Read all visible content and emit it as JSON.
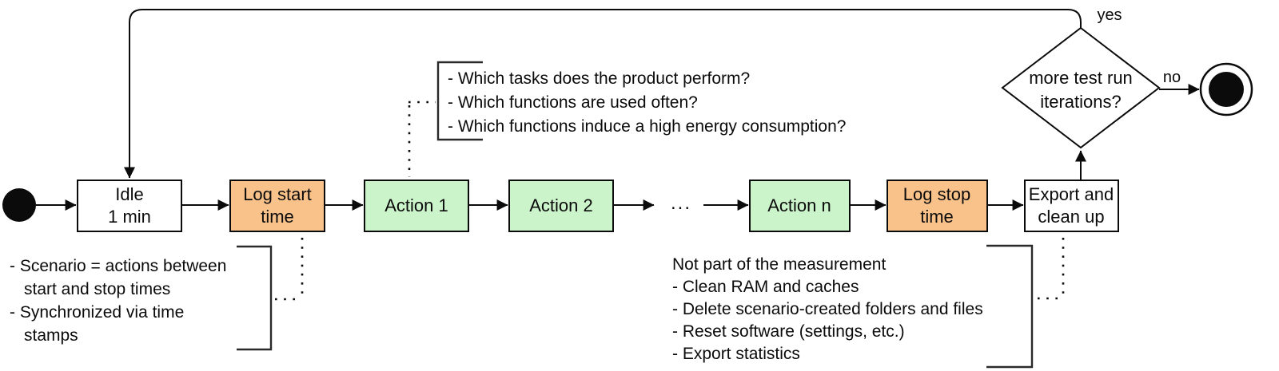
{
  "colors": {
    "action_green": "#ccf4ca",
    "log_orange": "#f9c28a",
    "plain_white": "#ffffff",
    "line_black": "#0b0b0b"
  },
  "nodes": {
    "idle": {
      "line1": "Idle",
      "line2": "1 min"
    },
    "log_start": {
      "line1": "Log start",
      "line2": "time"
    },
    "action_1": {
      "label": "Action 1"
    },
    "action_2": {
      "label": "Action 2"
    },
    "ellipsis": {
      "label": "..."
    },
    "action_n": {
      "label": "Action n"
    },
    "log_stop": {
      "line1": "Log stop",
      "line2": "time"
    },
    "export_clean_up": {
      "line1": "Export and",
      "line2": "clean up"
    },
    "decision": {
      "line1": "more test run",
      "line2": "iterations?"
    }
  },
  "edge_labels": {
    "yes": "yes",
    "no": "no"
  },
  "annotations": {
    "questions": {
      "lines": [
        "- Which tasks does the product perform?",
        "- Which functions are used often?",
        "- Which functions induce a high energy consumption?"
      ]
    },
    "scenario": {
      "lines": [
        "- Scenario = actions between",
        "start and stop times",
        "- Synchronized via time",
        "stamps"
      ]
    },
    "cleanup": {
      "lines": [
        "Not part of the measurement",
        "- Clean RAM and caches",
        "- Delete scenario-created folders and files",
        "- Reset software (settings, etc.)",
        "- Export statistics"
      ]
    }
  }
}
